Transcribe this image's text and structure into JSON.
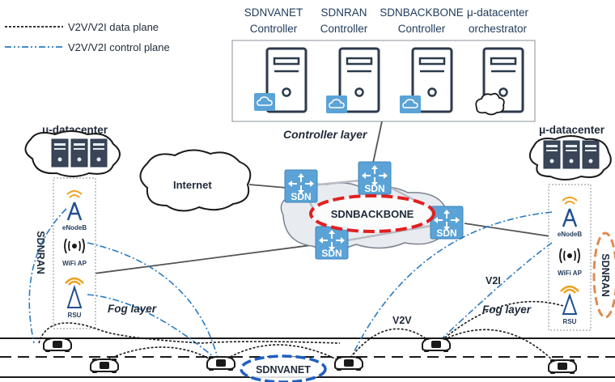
{
  "legend": {
    "data_plane": "V2V/V2I data plane",
    "control_plane": "V2V/V2I control plane"
  },
  "controllers": [
    {
      "line1": "SDNVANET",
      "line2": "Controller"
    },
    {
      "line1": "SDNRAN",
      "line2": "Controller"
    },
    {
      "line1": "SDNBACKBONE",
      "line2": "Controller"
    },
    {
      "line1": "μ-datacenter",
      "line2": "orchestrator"
    }
  ],
  "layers": {
    "controller": "Controller layer",
    "fog_left": "Fog layer",
    "fog_right": "Fog layer"
  },
  "datacenter_left": "μ-datacenter",
  "datacenter_right": "μ-datacenter",
  "internet": "Internet",
  "sdn_label": "SDN",
  "backbone": "SDNBACKBONE",
  "vanet": "SDNVANET",
  "ran_left": "SDNRAN",
  "ran_right": "SDNRAN",
  "devices": {
    "enodeb": "eNodeB",
    "wifi": "WiFi AP",
    "rsu": "RSU"
  },
  "links": {
    "v2v": "V2V",
    "v2i": "V2I"
  },
  "colors": {
    "control_line": "#2b7bbf",
    "sdn_box": "#5ba3d6",
    "vanet_oval": "#1f5fbf",
    "backbone_oval": "#e02020",
    "ran_oval": "#e08a50",
    "antenna_blue": "#1f4f8f",
    "antenna_orange": "#f0a020"
  }
}
